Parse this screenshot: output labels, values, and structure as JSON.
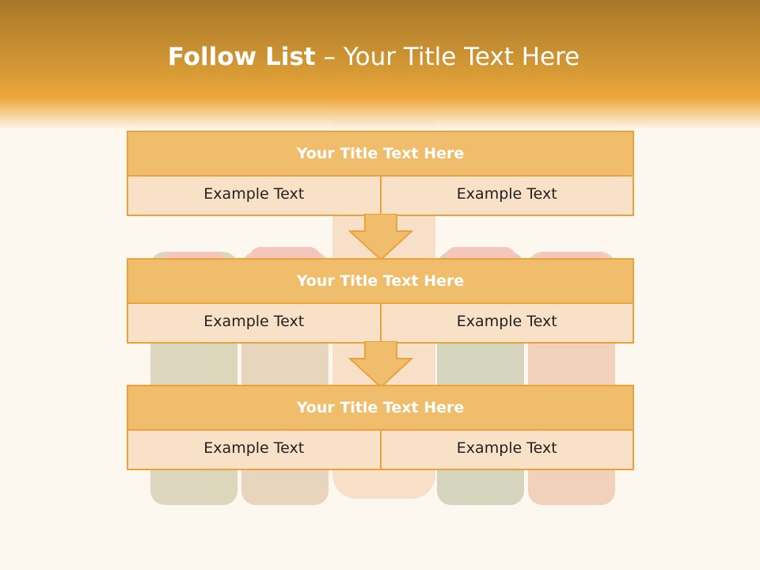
{
  "slide": {
    "title_bold": "Follow List",
    "title_rest": " – Your Title Text Here"
  },
  "steps": [
    {
      "title": "Your Title Text Here",
      "left": "Example Text",
      "right": "Example Text"
    },
    {
      "title": "Your Title Text Here",
      "left": "Example Text",
      "right": "Example Text"
    },
    {
      "title": "Your Title Text Here",
      "left": "Example Text",
      "right": "Example Text"
    }
  ],
  "colors": {
    "header_dark": "#a8772a",
    "header_light": "#eea83c",
    "block_title_fill": "#efbd6c",
    "block_cell_fill": "#f8e1c6",
    "border": "#e9a33a",
    "arrow_fill": "#efbd6c"
  },
  "icons": [
    "down-arrow-icon"
  ]
}
